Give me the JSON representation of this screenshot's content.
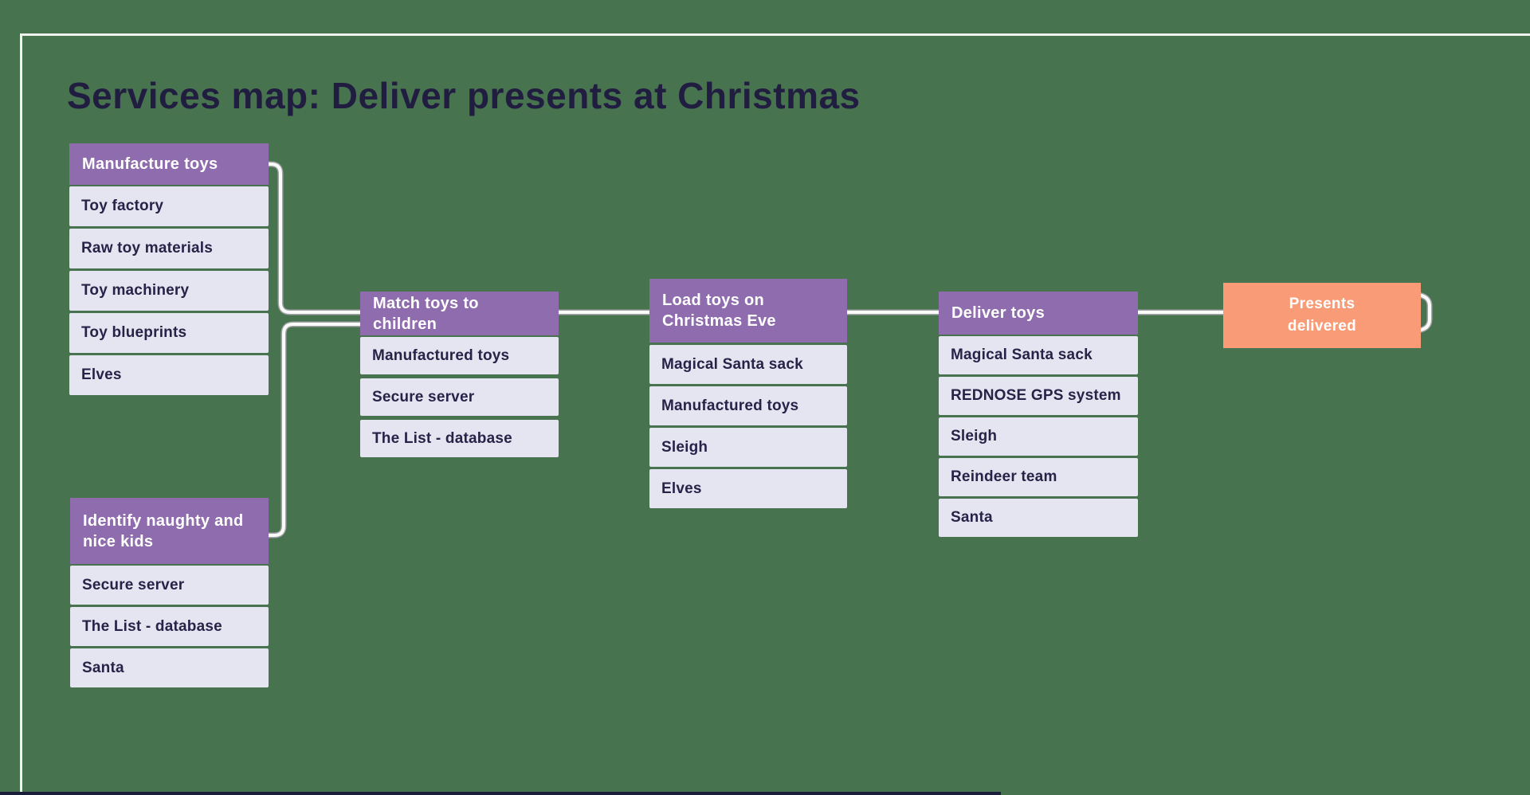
{
  "title": "Services map: Deliver presents at Christmas",
  "colors": {
    "background": "#48734F",
    "group_header": "#8F6CAD",
    "group_row": "#E4E5F0",
    "text_dark": "#272348",
    "title_text": "#211D40",
    "end_node": "#F89B76",
    "connector_core": "#FAFAF8",
    "connector_outline": "#A2A3A8",
    "frame_line": "#F0F1EC",
    "bottom_bar": "#1B1E3A"
  },
  "groups": [
    {
      "header": "Manufacture toys",
      "items": [
        "Toy factory",
        "Raw toy materials",
        "Toy machinery",
        "Toy blueprints",
        "Elves"
      ]
    },
    {
      "header": "Identify naughty and nice kids",
      "items": [
        "Secure server",
        "The List - database",
        "Santa"
      ]
    },
    {
      "header": "Match toys to children",
      "items": [
        "Manufactured toys",
        "Secure server",
        "The List - database"
      ]
    },
    {
      "header": "Load toys on Christmas Eve",
      "items": [
        "Magical Santa sack",
        "Manufactured toys",
        "Sleigh",
        "Elves"
      ]
    },
    {
      "header": "Deliver toys",
      "items": [
        "Magical Santa sack",
        "REDNOSE GPS system",
        "Sleigh",
        "Reindeer team",
        "Santa"
      ]
    }
  ],
  "end_node": {
    "label": "Presents\ndelivered"
  }
}
